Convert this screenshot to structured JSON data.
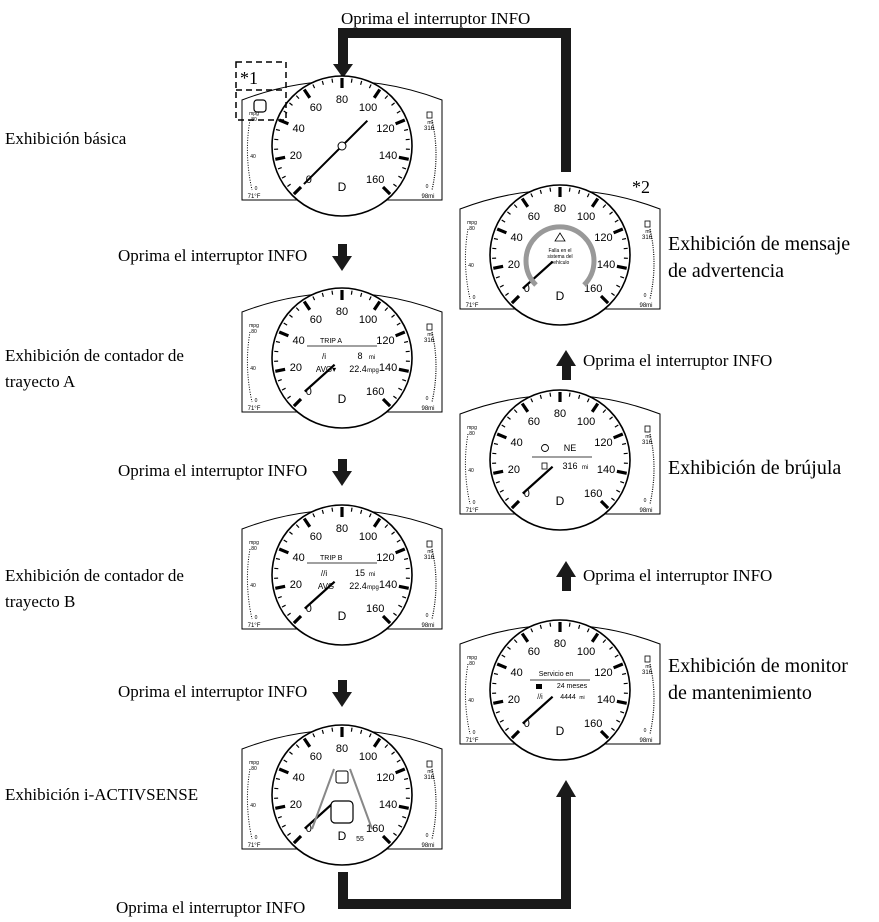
{
  "press_label": "Oprima el interruptor INFO",
  "note1": "*1",
  "note2": "*2",
  "displays": {
    "basic": {
      "label": "Exhibición básica"
    },
    "tripA": {
      "label_line1": "Exhibición de contador de",
      "label_line2": "trayecto A",
      "trip": "TRIP A",
      "dist": "8",
      "dist_unit": "mi",
      "avg_label": "AVG▾",
      "avg": "22.4",
      "avg_unit": "mpg"
    },
    "tripB": {
      "label_line1": "Exhibición de contador de",
      "label_line2": "trayecto B",
      "trip": "TRIP B",
      "dist": "15",
      "dist_unit": "mi",
      "avg_label": "AVG",
      "avg": "22.4",
      "avg_unit": "mpg"
    },
    "activsense": {
      "label": "Exhibición i-ACTIVSENSE",
      "speed": "55"
    },
    "warning": {
      "label_line1": "Exhibición de mensaje",
      "label_line2": "de advertencia",
      "msg1": "Falla en el",
      "msg2": "sistema del",
      "msg3": "vehículo"
    },
    "compass": {
      "label": "Exhibición de brújula",
      "dir": "NE",
      "range": "316",
      "range_unit": "mi"
    },
    "maintenance": {
      "label_line1": "Exhibición de monitor",
      "label_line2": "de mantenimiento",
      "title": "Servicio en",
      "months": "24 meses",
      "miles": "4444",
      "miles_unit": "mi"
    }
  },
  "gauge": {
    "speed_ticks": [
      "0",
      "20",
      "40",
      "60",
      "80",
      "100",
      "120",
      "140",
      "160"
    ],
    "gear": "D",
    "mpg_unit": "mpg",
    "mpg_top": "80",
    "mpg_mid": "40",
    "mpg_zero": "0",
    "temp": "71°F",
    "fuel_range": "316",
    "fuel_range_unit": "mi",
    "fuel_zero": "0",
    "odo": "98",
    "odo_unit": "mi"
  }
}
